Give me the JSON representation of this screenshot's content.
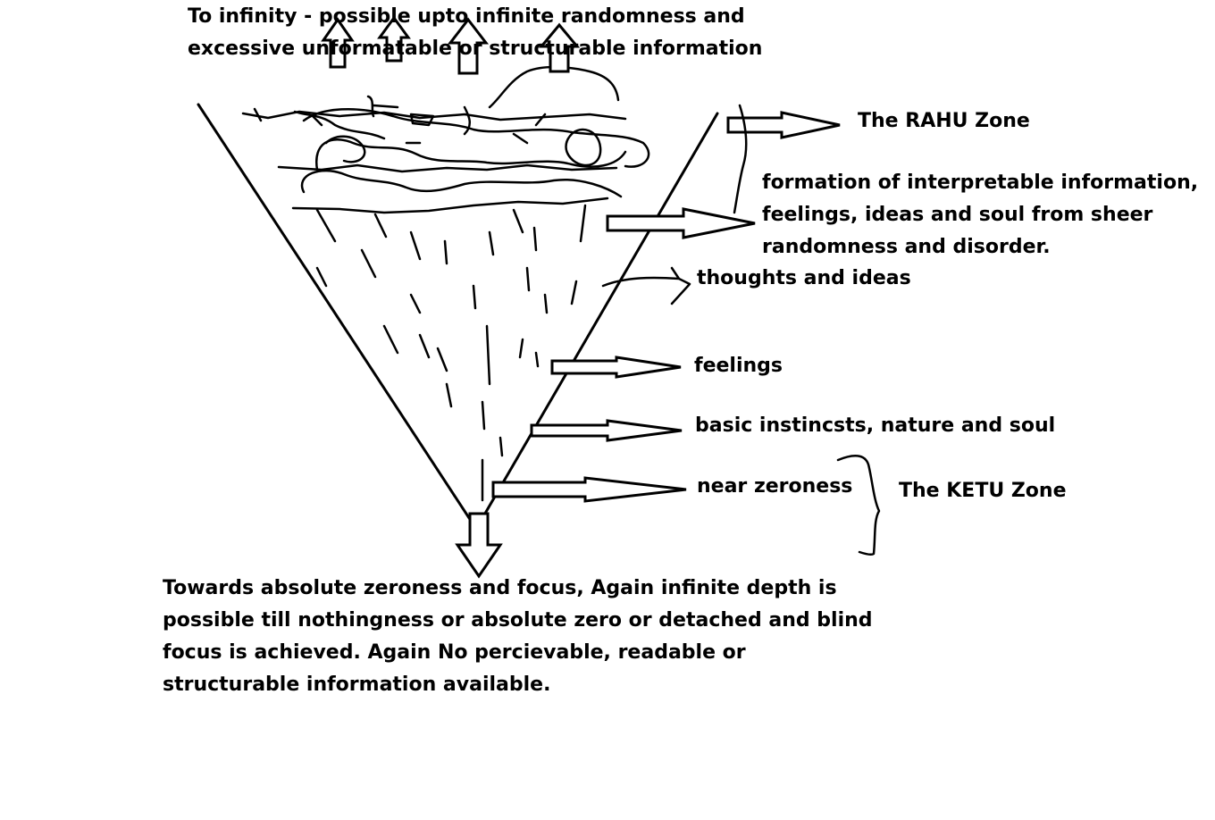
{
  "top_text": {
    "line1": "To infinity - possible upto infinite randomness and",
    "line2": "excessive unformatable or structurable information"
  },
  "rahu_zone": "The RAHU Zone",
  "formation": {
    "line1": "formation of interpretable information,",
    "line2": "feelings, ideas and soul from sheer",
    "line3": "randomness and disorder."
  },
  "thoughts": "thoughts and ideas",
  "feelings": "feelings",
  "instincts": "basic instincsts, nature and soul",
  "near_zero": "near zeroness",
  "ketu_zone": "The KETU Zone",
  "bottom_text": {
    "line1": "Towards absolute zeroness and focus, Again infinite depth is",
    "line2": "possible till nothingness or absolute zero or detached and blind",
    "line3": "focus is achieved. Again No percievable, readable or",
    "line4": "structurable information available."
  }
}
